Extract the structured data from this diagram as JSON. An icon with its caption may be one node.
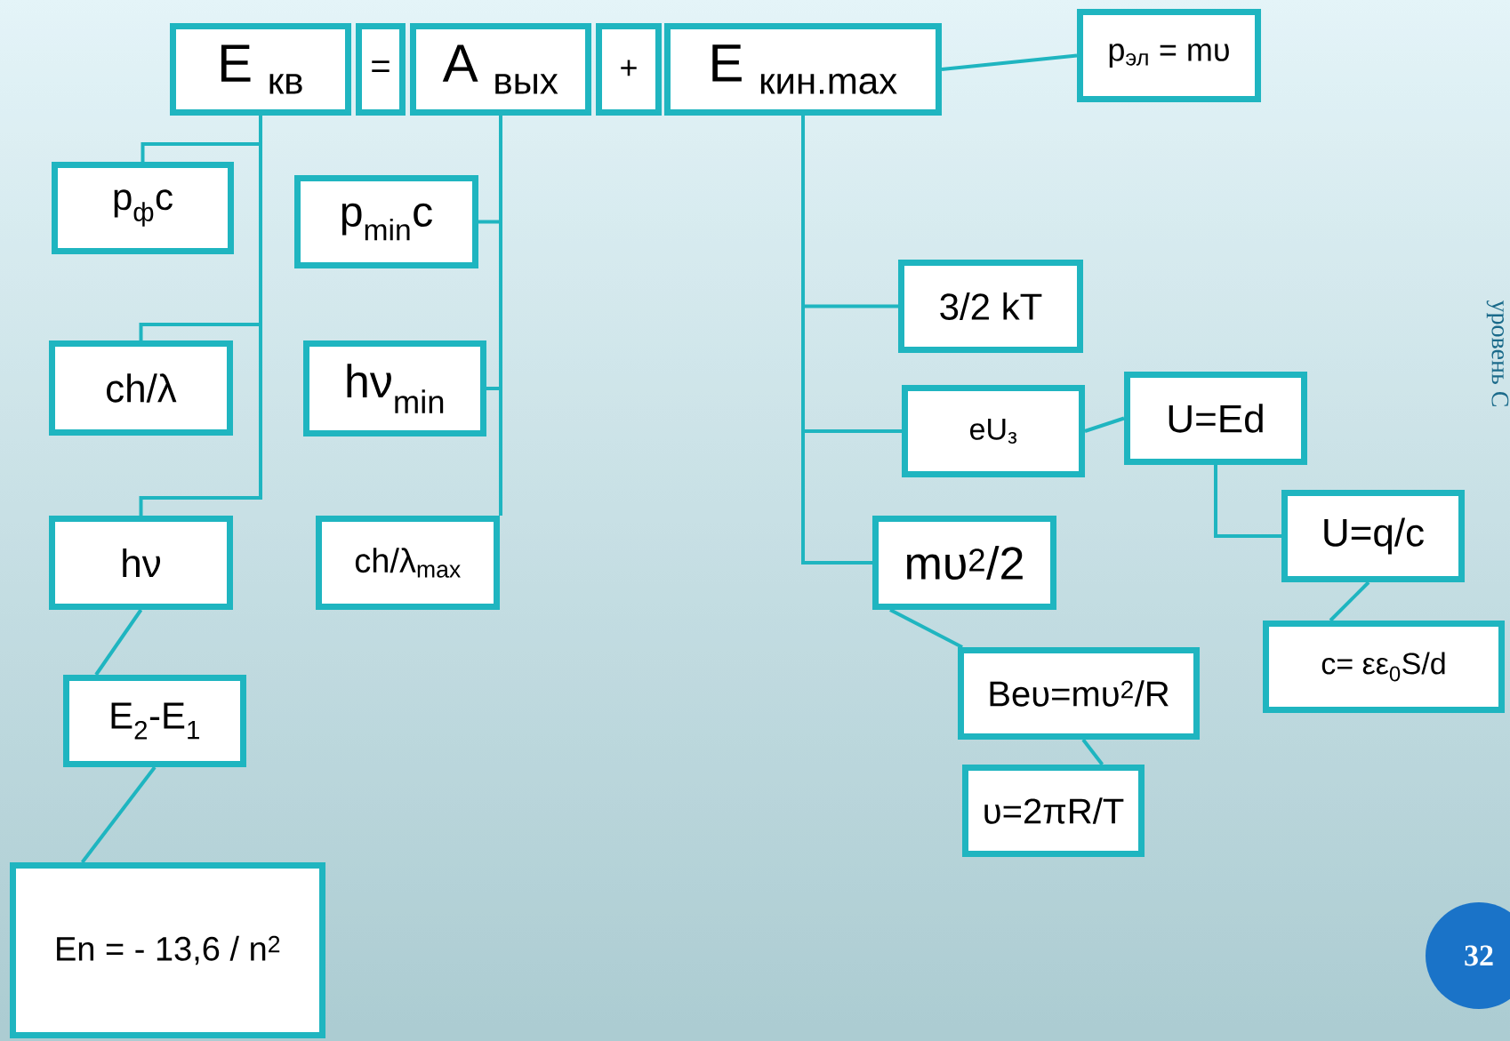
{
  "diagram": {
    "nodes": [
      {
        "text": [
          "E $_{кв}$"
        ]
      },
      {
        "text": [
          "="
        ]
      },
      {
        "text": [
          "A $_{вых}$"
        ]
      },
      {
        "text": [
          "+"
        ]
      },
      {
        "text": [
          "E $_{кин.max}$"
        ]
      },
      {
        "text": [
          "p$_{эл}$ = mυ"
        ]
      },
      {
        "text": [
          "p$_{ф}$c"
        ]
      },
      {
        "text": [
          "p$_{min}$c"
        ]
      },
      {
        "text": [
          "ch/λ"
        ]
      },
      {
        "text": [
          "hν$_{min}$"
        ]
      },
      {
        "text": [
          "hν"
        ]
      },
      {
        "text": [
          "ch/λ$_{max}$"
        ]
      },
      {
        "text": [
          "E$_{2}$-E$_{1}$"
        ]
      },
      {
        "text": [
          "En = - 13,6 / n$^{2}$"
        ]
      },
      {
        "text": [
          "3/2 kT"
        ]
      },
      {
        "text": [
          "eU$_{з}$"
        ]
      },
      {
        "text": [
          "U=Ed"
        ]
      },
      {
        "text": [
          "mυ$^{2}$/2"
        ]
      },
      {
        "text": [
          "U=q/c"
        ]
      },
      {
        "text": [
          "Beυ=mυ$^{2}$/R"
        ]
      },
      {
        "text": [
          "c= εε$_{0}$S/d"
        ]
      },
      {
        "text": [
          "υ=2πR/T"
        ]
      },
      {
        "text": [
          "32"
        ]
      }
    ],
    "edges": [
      {
        "from": 0,
        "to": 6,
        "arrow": "none"
      },
      {
        "from": 0,
        "to": 8,
        "arrow": "none"
      },
      {
        "from": 0,
        "to": 10,
        "arrow": "none"
      },
      {
        "from": 2,
        "to": 7,
        "arrow": "none"
      },
      {
        "from": 2,
        "to": 9,
        "arrow": "none"
      },
      {
        "from": 2,
        "to": 11,
        "arrow": "none"
      },
      {
        "from": 4,
        "to": 5,
        "arrow": "none"
      },
      {
        "from": 4,
        "to": 14,
        "arrow": "none"
      },
      {
        "from": 4,
        "to": 15,
        "arrow": "none"
      },
      {
        "from": 4,
        "to": 17,
        "arrow": "none"
      },
      {
        "from": 15,
        "to": 16,
        "arrow": "none"
      },
      {
        "from": 16,
        "to": 18,
        "arrow": "none"
      },
      {
        "from": 18,
        "to": 20,
        "arrow": "none"
      },
      {
        "from": 17,
        "to": 19,
        "arrow": "none"
      },
      {
        "from": 19,
        "to": 21,
        "arrow": "none"
      },
      {
        "from": 10,
        "to": 12,
        "arrow": "none"
      },
      {
        "from": 12,
        "to": 13,
        "arrow": "none"
      }
    ],
    "labels": [
      "уровень С"
    ]
  }
}
